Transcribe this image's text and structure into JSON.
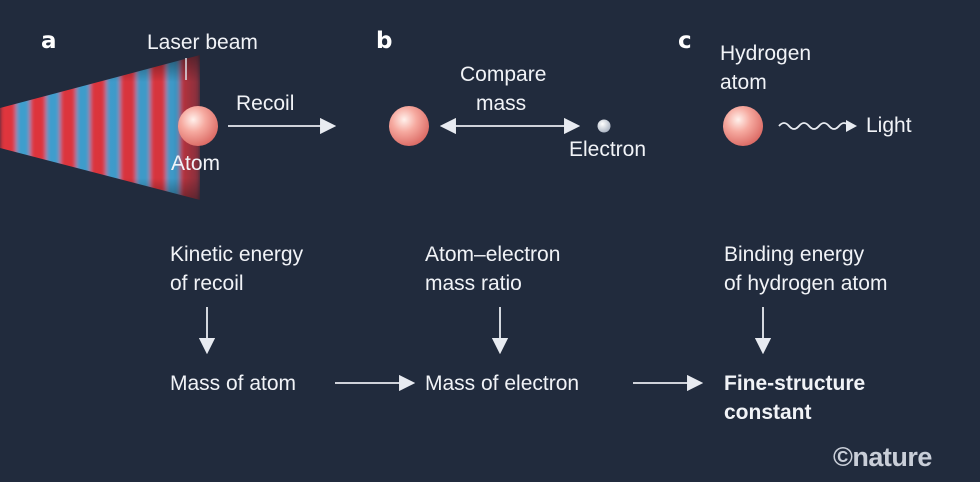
{
  "panels": {
    "a": {
      "letter": "a",
      "laser_label": "Laser beam",
      "recoil_label": "Recoil",
      "atom_label": "Atom",
      "step_line1": "Kinetic energy",
      "step_line2": "of recoil",
      "result": "Mass of atom"
    },
    "b": {
      "letter": "b",
      "compare_line1": "Compare",
      "compare_line2": "mass",
      "electron_label": "Electron",
      "step_line1": "Atom–electron",
      "step_line2": "mass ratio",
      "result": "Mass of electron"
    },
    "c": {
      "letter": "c",
      "atom_line1": "Hydrogen",
      "atom_line2": "atom",
      "light_label": "Light",
      "step_line1": "Binding energy",
      "step_line2": "of hydrogen atom",
      "result_line1": "Fine-structure",
      "result_line2": "constant"
    }
  },
  "credit": "©nature",
  "colors": {
    "background": "#212b3d",
    "text": "#f1f3f7",
    "laser_red": "#e0353e",
    "laser_blue": "#3f9fcf",
    "atom": "#f4a49b",
    "electron": "#d7dce4"
  },
  "icons": [
    "laser-beam-icon",
    "atom-icon",
    "electron-icon",
    "light-wave-icon",
    "arrow-right-icon",
    "arrow-down-icon",
    "double-arrow-icon"
  ]
}
